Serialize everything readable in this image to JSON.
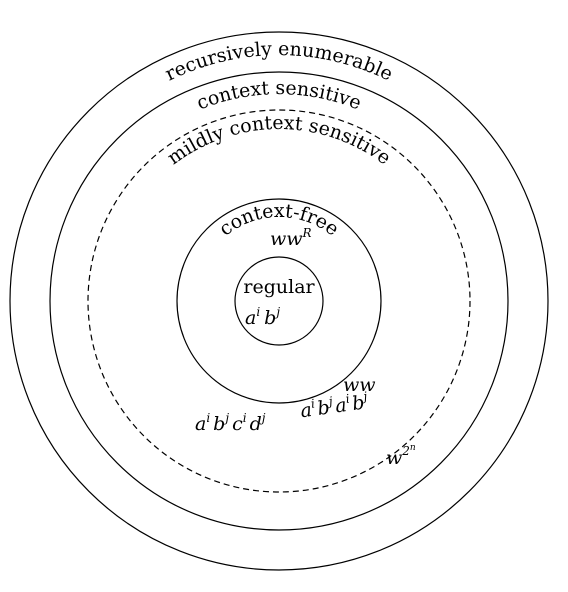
{
  "diagram": {
    "title": "",
    "regions": [
      {
        "id": "recursively_enumerable",
        "label": "recursively enumerable",
        "border": "solid"
      },
      {
        "id": "context_sensitive",
        "label": "context sensitive",
        "border": "solid"
      },
      {
        "id": "mildly_context_sensitive",
        "label": "mildly context sensitive",
        "border": "dashed"
      },
      {
        "id": "context_free",
        "label": "context-free",
        "border": "solid"
      },
      {
        "id": "regular",
        "label": "regular",
        "border": "solid"
      }
    ],
    "examples": {
      "regular": {
        "base": [
          "a",
          "b"
        ],
        "sups": [
          "i",
          "j"
        ]
      },
      "context_free": {
        "base": "ww",
        "sup": "R"
      },
      "mildly_ww": "ww",
      "mildly_abab": {
        "base": [
          "a",
          "b",
          "a",
          "b"
        ],
        "sups": [
          "i",
          "j",
          "i",
          "j"
        ]
      },
      "mildly_abcd": {
        "base": [
          "a",
          "b",
          "c",
          "d"
        ],
        "sups": [
          "i",
          "j",
          "i",
          "j"
        ]
      },
      "context_sensitive": {
        "base": "w",
        "sup": "2",
        "subsup": "n"
      }
    },
    "colors": {
      "stroke": "#000000",
      "background": "#ffffff"
    }
  }
}
